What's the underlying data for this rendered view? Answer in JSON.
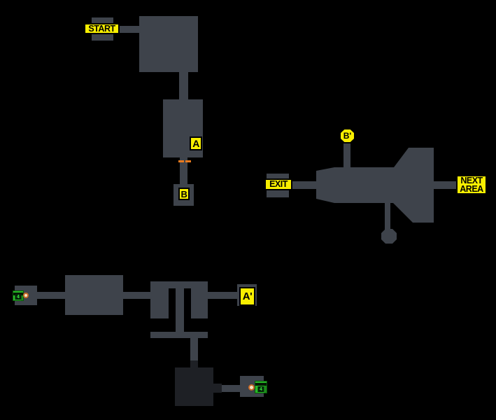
{
  "labels": {
    "start": "START",
    "exit": "EXIT",
    "next_area": [
      "NEXT",
      "AREA"
    ],
    "a": "A",
    "b": "B",
    "a_prime": "A'",
    "b_prime": "B'"
  },
  "icons": {
    "left_item": {
      "name": "ammo-chest-icon",
      "badge": "4"
    },
    "right_item": {
      "name": "ammo-chest-icon",
      "badge": "4"
    },
    "left_marker": "orange-dot-marker-icon",
    "right_marker": "orange-dot-marker-icon",
    "door": "orange-dashed-door-marker"
  },
  "colors": {
    "background": "#000000",
    "room": "#3e434b",
    "dark_room": "#1e2025",
    "label_bg": "#f8ef00",
    "label_text": "#000000",
    "door_marker": "#e87a1e",
    "chest_green": "#27b827",
    "dot_orange": "#c96b28"
  }
}
